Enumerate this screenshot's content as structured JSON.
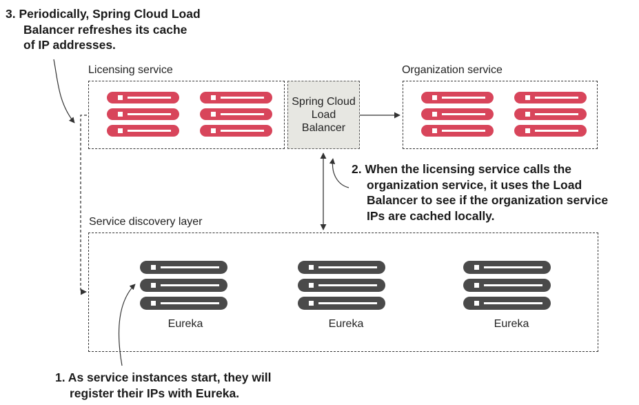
{
  "callouts": {
    "step3": [
      "3. Periodically, Spring Cloud Load",
      "Balancer refreshes its cache",
      "of IP addresses."
    ],
    "step2": [
      "2. When the licensing service calls the",
      "organization service, it uses the Load",
      "Balancer to see if the organization service",
      "IPs are cached locally."
    ],
    "step1": [
      "1. As service instances start, they will",
      "register their IPs with Eureka."
    ]
  },
  "sections": {
    "licensing": "Licensing service",
    "organization": "Organization service",
    "discovery": "Service discovery layer"
  },
  "load_balancer": [
    "Spring Cloud",
    "Load",
    "Balancer"
  ],
  "eureka_labels": [
    "Eureka",
    "Eureka",
    "Eureka"
  ],
  "colors": {
    "service_server": "#d8455b",
    "eureka_server": "#4a4a4a",
    "load_balancer_fill": "#e7e7e2",
    "line": "#333333"
  }
}
